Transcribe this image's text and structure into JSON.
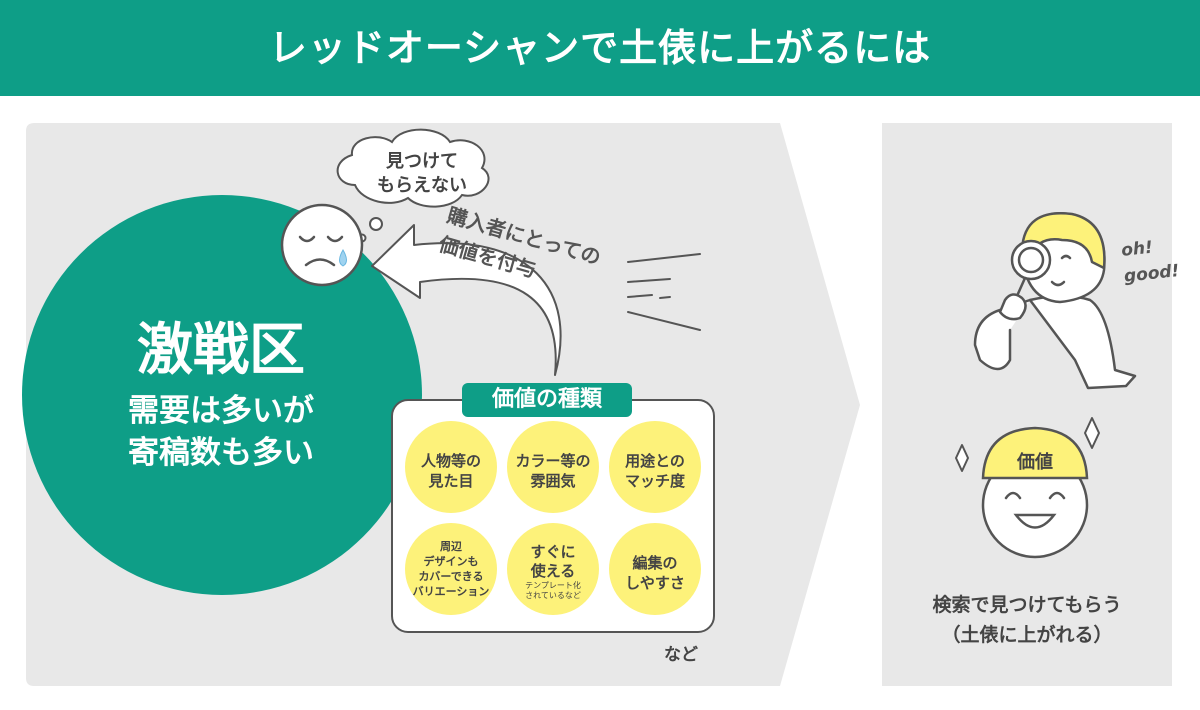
{
  "header": {
    "title": "レッドオーシャンで土俵に上がるには"
  },
  "left": {
    "bubble": {
      "line1": "見つけて",
      "line2": "もらえない"
    },
    "arrow_label": {
      "line1": "購入者にとっての",
      "line2": "価値を付与"
    },
    "circle": {
      "title": "激戦区",
      "line1": "需要は多いが",
      "line2": "寄稿数も多い"
    },
    "value_box": {
      "title": "価値の種類",
      "items": [
        {
          "line1": "人物等の",
          "line2": "見た目"
        },
        {
          "line1": "カラー等の",
          "line2": "雰囲気"
        },
        {
          "line1": "用途との",
          "line2": "マッチ度"
        },
        {
          "line1": "周辺",
          "line2": "デザインも",
          "line3": "カバーできる",
          "line4": "バリエーション"
        },
        {
          "line1": "すぐに",
          "line2": "使える",
          "sub1": "テンプレート化",
          "sub2": "されているなど"
        },
        {
          "line1": "編集の",
          "line2": "しやすさ"
        }
      ],
      "etc": "など"
    }
  },
  "right": {
    "speech": {
      "line1": "oh!",
      "line2": "good!"
    },
    "helmet_label": "価値",
    "caption": {
      "line1": "検索で見つけてもらう",
      "line2": "（土俵に上がれる）"
    }
  },
  "colors": {
    "teal": "#0e9e87",
    "gray_panel": "#e8e8e8",
    "yellow": "#fdf27a",
    "text": "#3f3f3f"
  }
}
